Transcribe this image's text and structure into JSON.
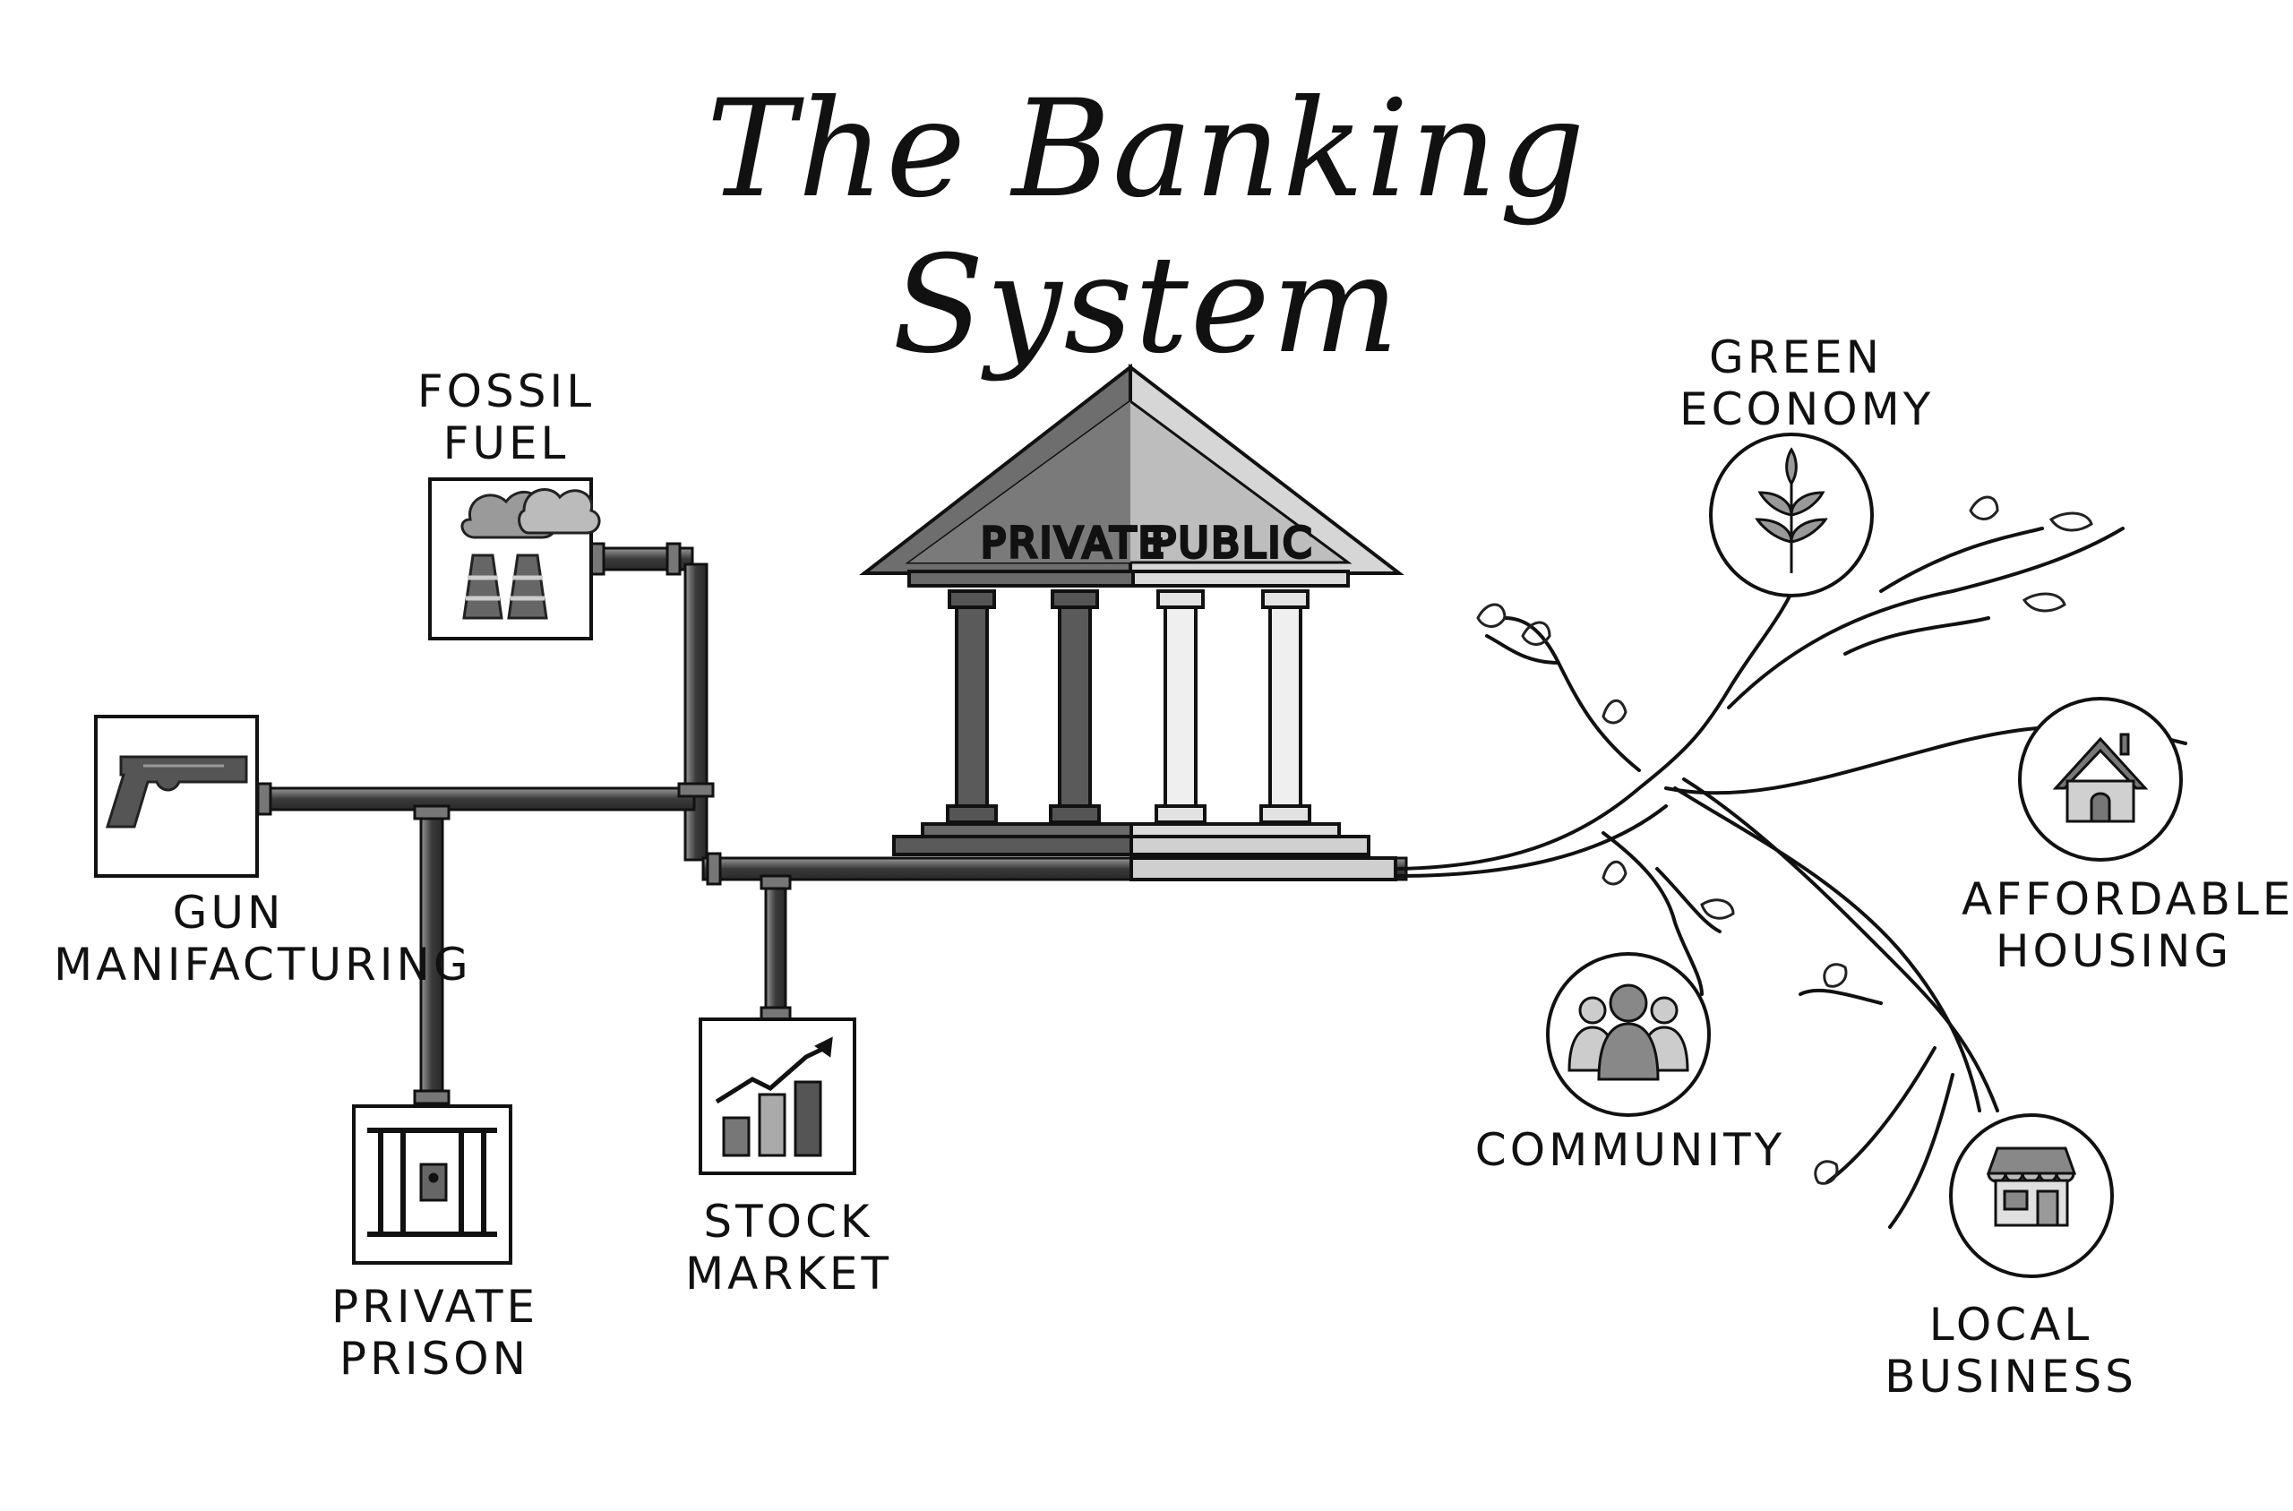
{
  "title": "The Banking System",
  "bank": {
    "left_label": "PRIVATE",
    "right_label": "PUBLIC"
  },
  "private_side": {
    "fossil_fuel": [
      "FOSSIL",
      "FUEL"
    ],
    "gun_manufacturing": [
      "GUN",
      "MANIFACTURING"
    ],
    "private_prison": [
      "PRIVATE",
      "PRISON"
    ],
    "stock_market": [
      "STOCK",
      "MARKET"
    ]
  },
  "public_side": {
    "green_economy": [
      "GREEN",
      "ECONOMY"
    ],
    "affordable_housing": [
      "AFFORDABLE",
      "HOUSING"
    ],
    "community": [
      "COMMUNITY"
    ],
    "local_business": [
      "LOCAL",
      "BUSINESS"
    ]
  },
  "colors": {
    "ink": "#1a1a1a",
    "dark_fill": "#555555",
    "mid_fill": "#8a8a8a",
    "light_fill": "#d9d9d9"
  },
  "icons": [
    "factory-smoke-icon",
    "pistol-icon",
    "prison-bars-icon",
    "stock-chart-icon",
    "plant-sprout-icon",
    "house-icon",
    "people-group-icon",
    "storefront-icon"
  ]
}
